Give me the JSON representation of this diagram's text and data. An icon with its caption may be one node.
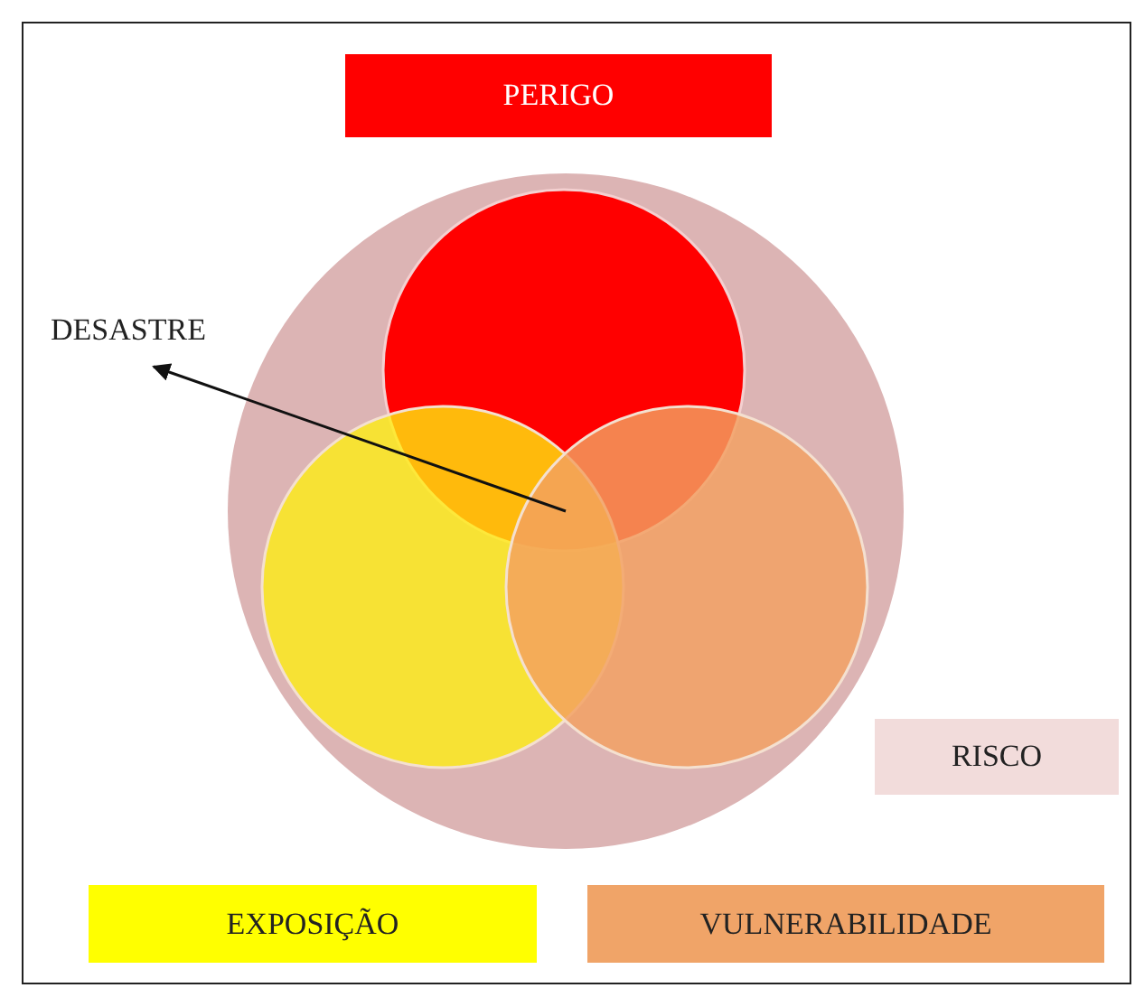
{
  "diagram": {
    "nodes": [
      {
        "text": [
          "PERIGO"
        ]
      },
      {
        "text": [
          "RISCO"
        ]
      },
      {
        "text": [
          "EXPOSIÇÃO"
        ]
      },
      {
        "text": [
          "VULNERABILIDADE"
        ]
      },
      {
        "text": [
          "DESASTRE"
        ]
      }
    ],
    "edges": [
      {
        "from": null,
        "to": 4,
        "arrow": "to"
      }
    ]
  }
}
